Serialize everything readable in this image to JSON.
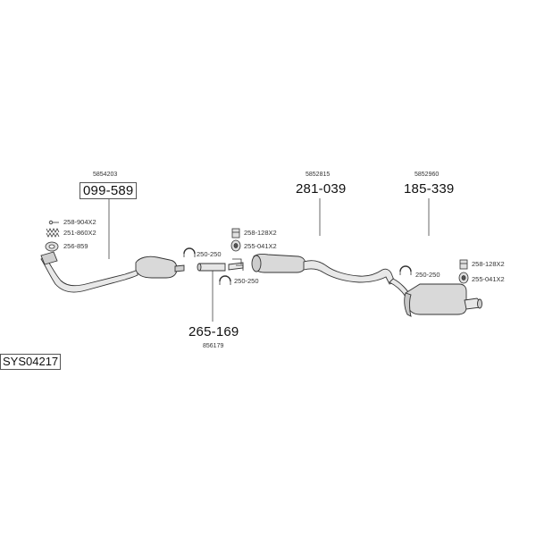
{
  "system_code": "SYS04217",
  "groups": [
    {
      "id": "front",
      "ref": "5854203",
      "part": "099-589",
      "boxed": true
    },
    {
      "id": "middle-bottom",
      "ref": "856179",
      "part": "265-169",
      "boxed": false
    },
    {
      "id": "middle",
      "ref": "5852815",
      "part": "281-039",
      "boxed": false
    },
    {
      "id": "rear",
      "ref": "5852960",
      "part": "185-339",
      "boxed": false
    }
  ],
  "parts": {
    "front_bolt": "258-904X2",
    "front_spring": "251-860X2",
    "front_gasket": "256-859",
    "mid_clamp_top": "250-250",
    "mid_clamp_bottom": "250-250",
    "mid_bracket": "258-128X2",
    "mid_rubber": "255-041X2",
    "rear_clamp": "250-250",
    "rear_bracket": "258-128X2",
    "rear_rubber": "255-041X2"
  }
}
